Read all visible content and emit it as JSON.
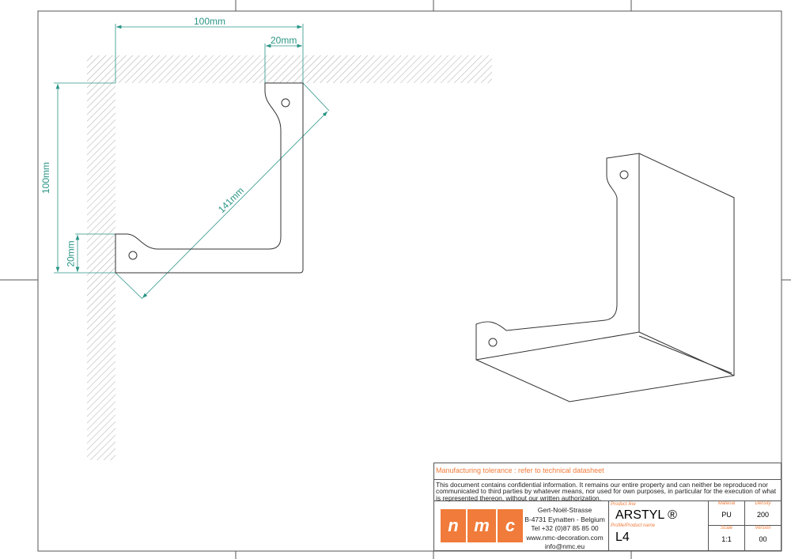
{
  "drawing": {
    "dimensions": {
      "width": "100mm",
      "flange_top": "20mm",
      "height": "100mm",
      "flange_side": "20mm",
      "diagonal": "141mm"
    }
  },
  "title_block": {
    "tolerance": "Manufacturing tolerance : refer to technical datasheet",
    "confidential": "This document contains confidential information. It remains our entire property and can neither be reproduced nor communicated to third parties by whatever means, nor used for own purposes, in particular for the execution of what is represented thereon, without our written authorization.",
    "logo": {
      "letters": [
        "n",
        "m",
        "c"
      ]
    },
    "address": [
      "Gert-Noël-Strasse",
      "B-4731 Eynatten - Belgium",
      "Tel +32 (0)87 85 85 00",
      "www.nmc-decoration.com",
      "info@nmc.eu"
    ],
    "product_line_label": "Product line",
    "product_line": "ARSTYL ®",
    "product_name_label": "Profile/Product name",
    "product_name": "L4",
    "material_label": "Material",
    "material": "PU",
    "density_label": "Density",
    "density": "200",
    "scale_label": "Scale",
    "scale": "1:1",
    "version_label": "Version",
    "version": "00"
  },
  "colors": {
    "dimension": "#2a9586",
    "accent": "#f07b3a"
  }
}
